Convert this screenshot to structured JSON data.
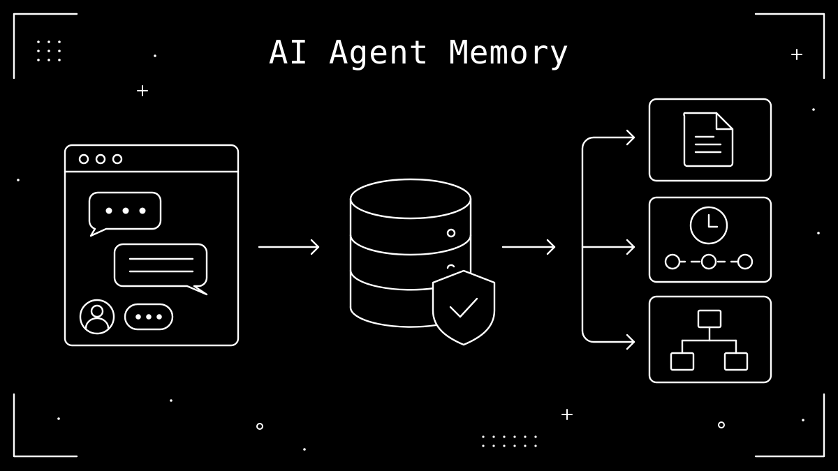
{
  "title": "AI Agent Memory",
  "colors": {
    "background": "#000000",
    "stroke": "#ffffff"
  },
  "nodes": [
    {
      "id": "chat-window",
      "icon": "chat-window-icon"
    },
    {
      "id": "memory-database",
      "icon": "secure-database-icon"
    },
    {
      "id": "document-store",
      "icon": "document-icon"
    },
    {
      "id": "timeline-store",
      "icon": "clock-timeline-icon"
    },
    {
      "id": "hierarchy-store",
      "icon": "hierarchy-icon"
    }
  ],
  "edges": [
    {
      "from": "chat-window",
      "to": "memory-database"
    },
    {
      "from": "memory-database",
      "to": "document-store"
    },
    {
      "from": "memory-database",
      "to": "timeline-store"
    },
    {
      "from": "memory-database",
      "to": "hierarchy-store"
    }
  ]
}
